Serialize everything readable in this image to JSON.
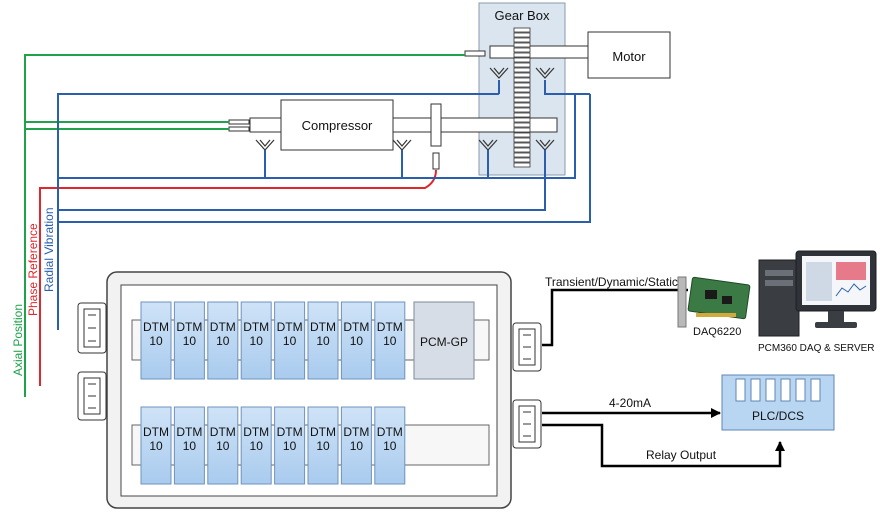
{
  "machine": {
    "gearbox_label": "Gear Box",
    "motor_label": "Motor",
    "compressor_label": "Compressor"
  },
  "signals": {
    "axial": {
      "label": "Axial Position",
      "color": "#1fa24a"
    },
    "phase": {
      "label": "Phase Reference",
      "color": "#e0282c"
    },
    "radial": {
      "label": "Radial Vibration",
      "color": "#2b5fae"
    }
  },
  "rack": {
    "top_row_modules": [
      {
        "line1": "DTM",
        "line2": "10"
      },
      {
        "line1": "DTM",
        "line2": "10"
      },
      {
        "line1": "DTM",
        "line2": "10"
      },
      {
        "line1": "DTM",
        "line2": "10"
      },
      {
        "line1": "DTM",
        "line2": "10"
      },
      {
        "line1": "DTM",
        "line2": "10"
      },
      {
        "line1": "DTM",
        "line2": "10"
      },
      {
        "line1": "DTM",
        "line2": "10"
      }
    ],
    "gateway_label": "PCM-GP",
    "bottom_row_modules": [
      {
        "line1": "DTM",
        "line2": "10"
      },
      {
        "line1": "DTM",
        "line2": "10"
      },
      {
        "line1": "DTM",
        "line2": "10"
      },
      {
        "line1": "DTM",
        "line2": "10"
      },
      {
        "line1": "DTM",
        "line2": "10"
      },
      {
        "line1": "DTM",
        "line2": "10"
      },
      {
        "line1": "DTM",
        "line2": "10"
      },
      {
        "line1": "DTM",
        "line2": "10"
      }
    ]
  },
  "outputs": {
    "transient_label": "Transient/Dynamic/Static",
    "daq_label": "DAQ6220",
    "server_label": "PCM360 DAQ & SERVER",
    "analog_label": "4-20mA",
    "relay_label": "Relay Output",
    "plc_label": "PLC/DCS"
  },
  "colors": {
    "module_fill": "#b8d6f2",
    "gateway_fill": "#d6dde6",
    "gearbox_fill": "#dbe5ef"
  }
}
